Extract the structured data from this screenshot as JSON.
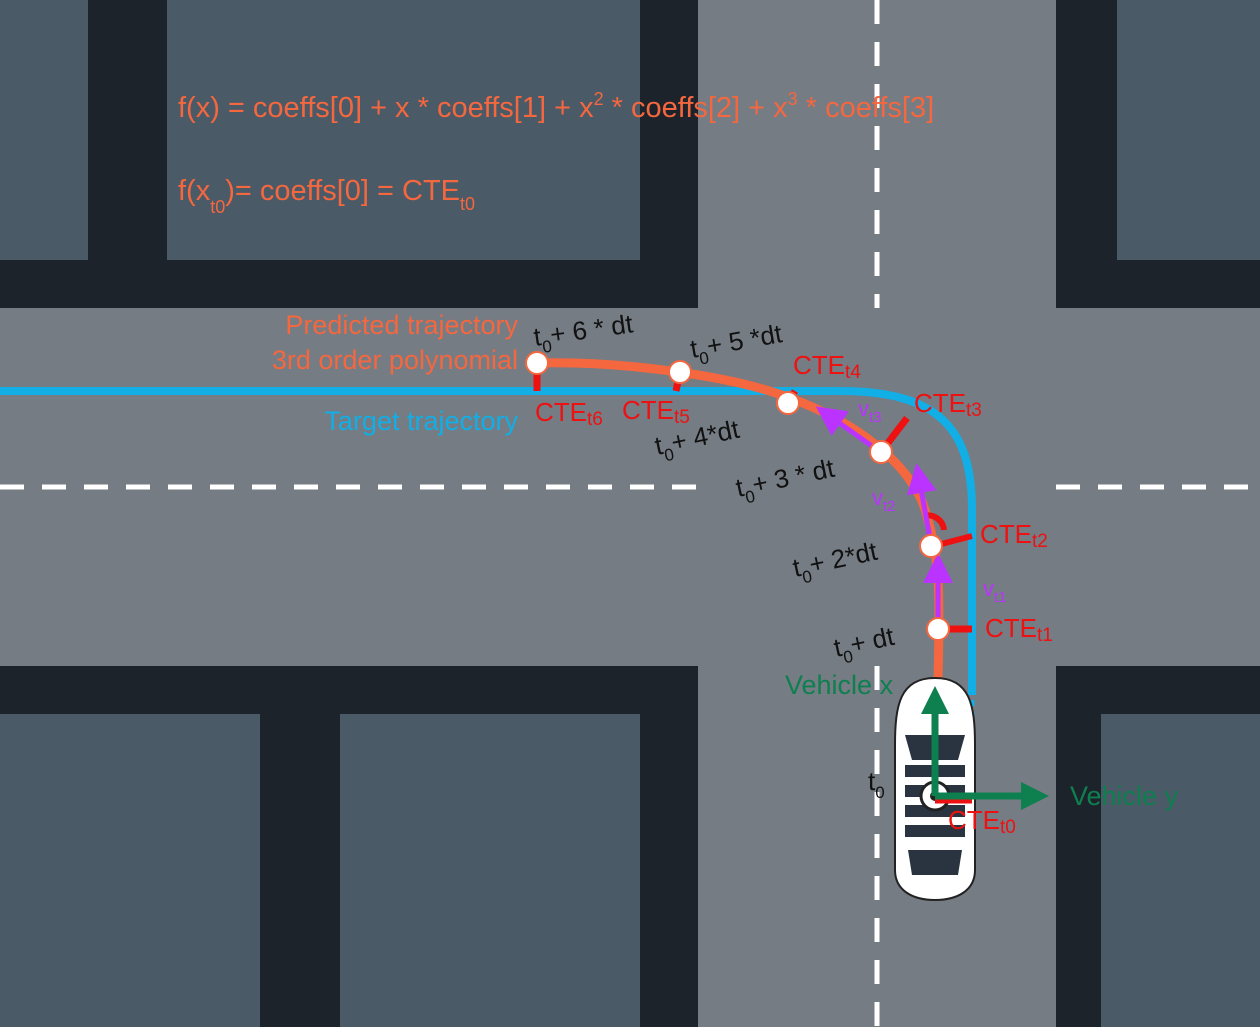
{
  "formulas": {
    "f_x": {
      "pre": "f(x) = coeffs[0] + x * coeffs[1] + x",
      "sup1": "2",
      "mid": " * coeffs[2] + x",
      "sup2": "3",
      "post": " *  coeffs[3]"
    },
    "f_xt0": {
      "pre": "f(x",
      "sub": "t0",
      "post": ")= coeffs[0] = CTE",
      "sub2": "t0"
    }
  },
  "legend": {
    "predicted_line1": "Predicted trajectory",
    "predicted_line2": "3rd order polynomial",
    "target": "Target trajectory"
  },
  "axes": {
    "vehicle_x": "Vehicle x",
    "vehicle_y": "Vehicle y"
  },
  "time_labels": [
    {
      "t": "t",
      "sub": "0",
      "rest": "+ 6 * dt"
    },
    {
      "t": "t",
      "sub": "0",
      "rest": "+ 5 *dt"
    },
    {
      "t": "t",
      "sub": "0",
      "rest": "+ 4*dt"
    },
    {
      "t": "t",
      "sub": "0",
      "rest": "+ 3 * dt"
    },
    {
      "t": "t",
      "sub": "0",
      "rest": "+ 2*dt"
    },
    {
      "t": "t",
      "sub": "0",
      "rest": "+ dt"
    },
    {
      "t": "t",
      "sub": "0",
      "rest": ""
    }
  ],
  "cte_labels": [
    {
      "main": "CTE",
      "sub": "t6"
    },
    {
      "main": "CTE",
      "sub": "t5"
    },
    {
      "main": "CTE",
      "sub": "t4"
    },
    {
      "main": "CTE",
      "sub": "t3"
    },
    {
      "main": "CTE",
      "sub": "t2"
    },
    {
      "main": "CTE",
      "sub": "t1"
    },
    {
      "main": "CTE",
      "sub": "t0"
    }
  ],
  "velocity_labels": [
    {
      "main": "v",
      "sub": "t3"
    },
    {
      "main": "v",
      "sub": "t2"
    },
    {
      "main": "v",
      "sub": "t1"
    }
  ],
  "colors": {
    "predicted": "#f4673f",
    "target": "#12aee6",
    "cte": "#ee1111",
    "velocity": "#bb33ff",
    "vehicle_axes": "#0e7f4f",
    "road": "#757c84",
    "block": "#4b5a67",
    "background": "#1c232b"
  }
}
